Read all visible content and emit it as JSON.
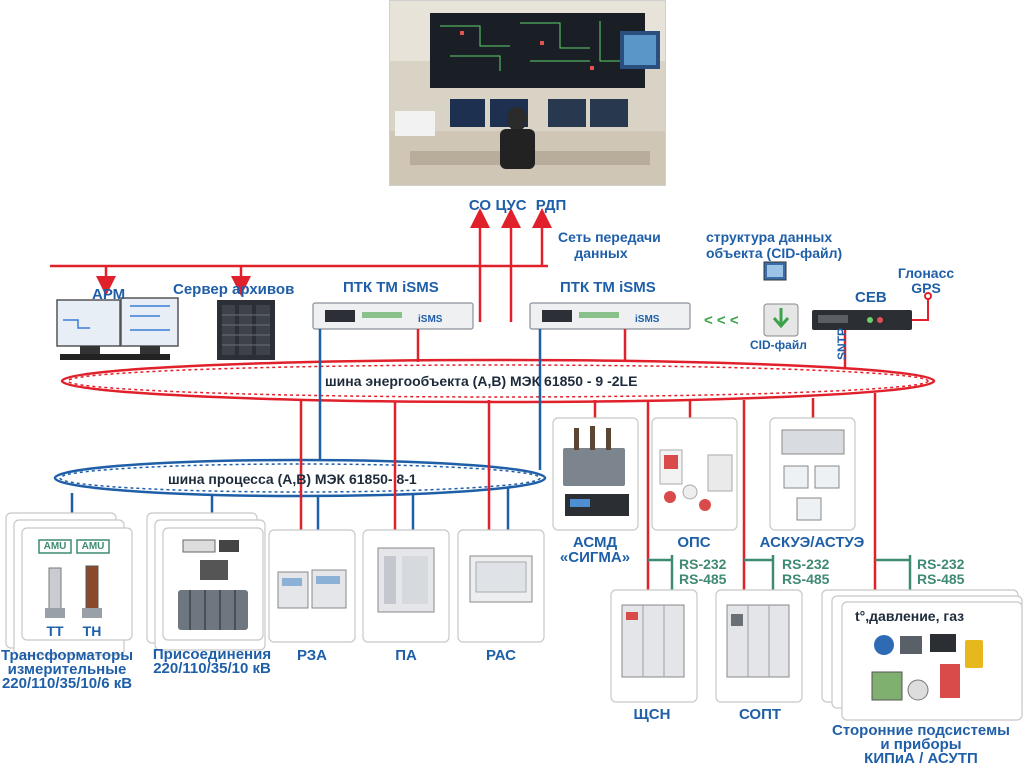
{
  "top": {
    "channels": [
      "СО",
      "ЦУС",
      "РДП"
    ],
    "network_label_line1": "Сеть передачи",
    "network_label_line2": "данных",
    "cid_structure_line1": "структура данных",
    "cid_structure_line2": "объекта (CID-файл)",
    "glonass_line1": "Глонасс",
    "glonass_line2": "GPS",
    "arm": "АРМ",
    "archive_server": "Сервер архивов",
    "ptk_left": "ПТК ТМ iSMS",
    "ptk_right": "ПТК ТМ iSMS",
    "arrows": "< < <",
    "cid_file": "CID-файл",
    "sev": "СЕВ",
    "sntp": "SNTP"
  },
  "buses": {
    "station_bus": "шина энергообъекта (A,B)     МЭК 61850 -   9 -2LE",
    "process_bus": "шина процесса      (A,B)     МЭК 61850- 8-1"
  },
  "bottom": {
    "amu1": "AMU",
    "amu2": "AMU",
    "tt": "ТТ",
    "tn": "ТН",
    "transformers_line1": "Трансформаторы",
    "transformers_line2": "измерительные",
    "transformers_line3": "220/110/35/10/6 кВ",
    "connections_line1": "Присоединения",
    "connections_line2": "220/110/35/10 кВ",
    "rza": "РЗА",
    "pa": "ПА",
    "ras": "РАС",
    "asmd_line1": "АСМД",
    "asmd_line2": "«СИГМА»",
    "ops": "ОПС",
    "askue": "АСКУЭ/АСТУЭ",
    "rs1a": "RS-232",
    "rs1b": "RS-485",
    "rs2a": "RS-232",
    "rs2b": "RS-485",
    "rs3a": "RS-232",
    "rs3b": "RS-485",
    "sensors": "t°,давление, газ",
    "shsn": "ЩСН",
    "sopt": "СОПТ",
    "third_party_line1": "Сторонние подсистемы",
    "third_party_line2": "и приборы",
    "third_party_line3": "КИПиА / АСУТП"
  },
  "colors": {
    "red": "#e0202a",
    "blue": "#1f5fa8",
    "green": "#3f8a74",
    "dark": "#1d2b3a"
  }
}
